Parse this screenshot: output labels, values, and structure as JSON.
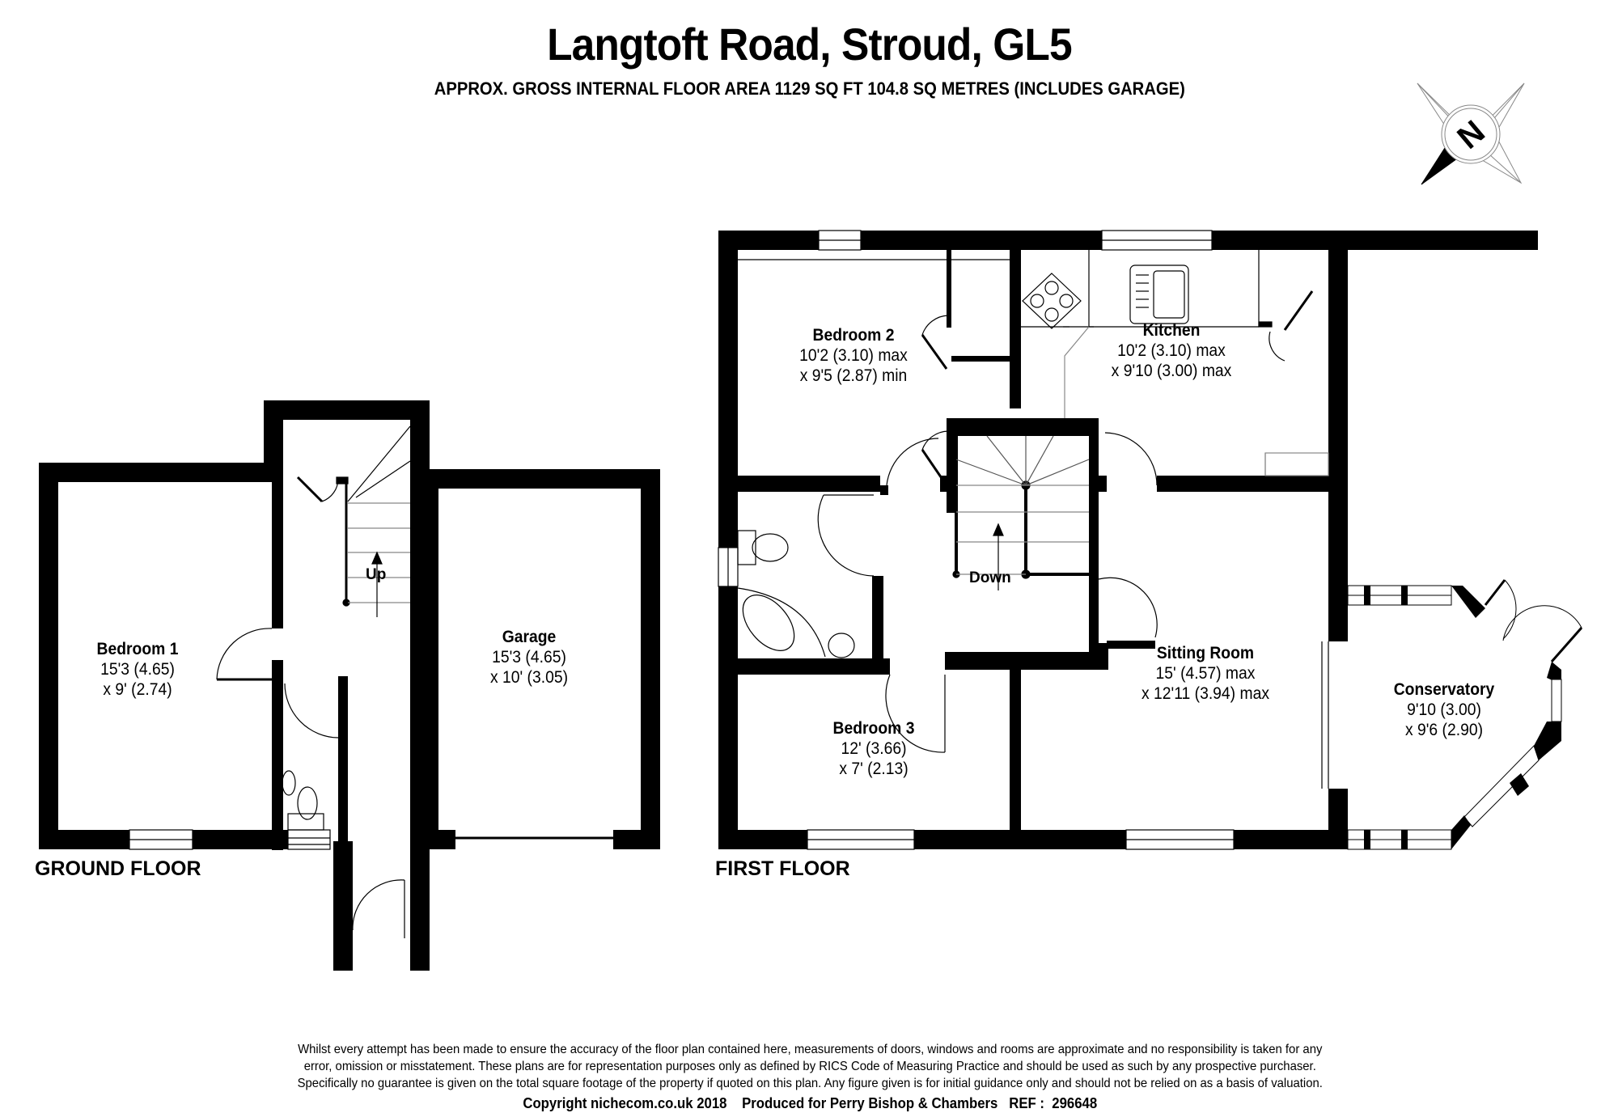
{
  "header": {
    "title": "Langtoft Road, Stroud, GL5",
    "subtitle": "APPROX. GROSS INTERNAL FLOOR AREA 1129 SQ FT 104.8 SQ METRES (INCLUDES GARAGE)"
  },
  "compass": {
    "icon": "north-compass-icon",
    "letter": "N"
  },
  "ground_floor": {
    "label": "GROUND FLOOR",
    "stairs_label": "Up",
    "rooms": [
      {
        "name": "Bedroom 1",
        "dim1": "15'3 (4.65)",
        "dim2": "x 9' (2.74)"
      },
      {
        "name": "Garage",
        "dim1": "15'3 (4.65)",
        "dim2": "x 10' (3.05)"
      }
    ]
  },
  "first_floor": {
    "label": "FIRST FLOOR",
    "stairs_label": "Down",
    "rooms": [
      {
        "name": "Bedroom 2",
        "dim1": "10'2 (3.10) max",
        "dim2": "x 9'5 (2.87) min"
      },
      {
        "name": "Kitchen",
        "dim1": "10'2 (3.10) max",
        "dim2": "x 9'10 (3.00) max"
      },
      {
        "name": "Sitting Room",
        "dim1": "15' (4.57) max",
        "dim2": "x 12'11 (3.94) max"
      },
      {
        "name": "Bedroom 3",
        "dim1": "12' (3.66)",
        "dim2": "x 7' (2.13)"
      },
      {
        "name": "Conservatory",
        "dim1": "9'10 (3.00)",
        "dim2": "x 9'6 (2.90)"
      }
    ]
  },
  "footer": {
    "disclaimer_lines": [
      "Whilst every attempt has been made to ensure the accuracy of the floor plan contained here, measurements of doors, windows and rooms are approximate and no responsibility is taken for any",
      "error, omission or misstatement. These plans are for representation purposes only as defined by RICS Code of Measuring Practice and should be used as such by any prospective purchaser.",
      "Specifically no guarantee is given on the total square footage of the property if quoted on this plan. Any figure given is for initial guidance only and should not be relied on as a basis of valuation."
    ],
    "copyright": "Copyright nichecom.co.uk 2018    Produced for Perry Bishop & Chambers   REF :  296648"
  }
}
